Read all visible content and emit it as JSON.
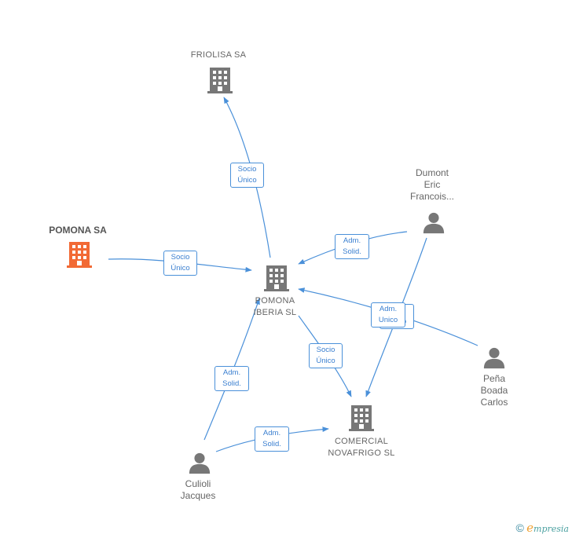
{
  "nodes": {
    "friolisa": {
      "label": "FRIOLISA SA",
      "type": "company"
    },
    "pomona_sa": {
      "label": "POMONA SA",
      "type": "company",
      "highlight": true
    },
    "pomona_iberia": {
      "label": "POMONA\nIBERIA  SL",
      "type": "company"
    },
    "comercial": {
      "label": "COMERCIAL\nNOVAFRIGO SL",
      "type": "company"
    },
    "dumont": {
      "label": "Dumont\nEric\nFrancois...",
      "type": "person"
    },
    "pena": {
      "label": "Peña\nBoada\nCarlos",
      "type": "person"
    },
    "culioli": {
      "label": "Culioli\nJacques",
      "type": "person"
    }
  },
  "edges": [
    {
      "from": "pomona_iberia",
      "to": "friolisa",
      "label": "Socio\nÚnico"
    },
    {
      "from": "pomona_sa",
      "to": "pomona_iberia",
      "label": "Socio\nÚnico"
    },
    {
      "from": "dumont",
      "to": "pomona_iberia",
      "label": "Adm.\nSolid."
    },
    {
      "from": "dumont",
      "to": "comercial",
      "label": "Adm.\nUnico"
    },
    {
      "from": "pena",
      "to": "pomona_iberia",
      "label": "Adm.\nUnico"
    },
    {
      "from": "pomona_iberia",
      "to": "comercial",
      "label": "Socio\nÚnico"
    },
    {
      "from": "culioli",
      "to": "pomona_iberia",
      "label": "Adm.\nSolid."
    },
    {
      "from": "culioli",
      "to": "comercial",
      "label": "Adm.\nSolid."
    }
  ],
  "colors": {
    "edge": "#4a90d9",
    "company_icon": "#777777",
    "highlight_icon": "#f26a35",
    "person_icon": "#777777"
  },
  "footer": {
    "copyright": "©",
    "brand_initial": "e",
    "brand_rest": "mpresia"
  }
}
